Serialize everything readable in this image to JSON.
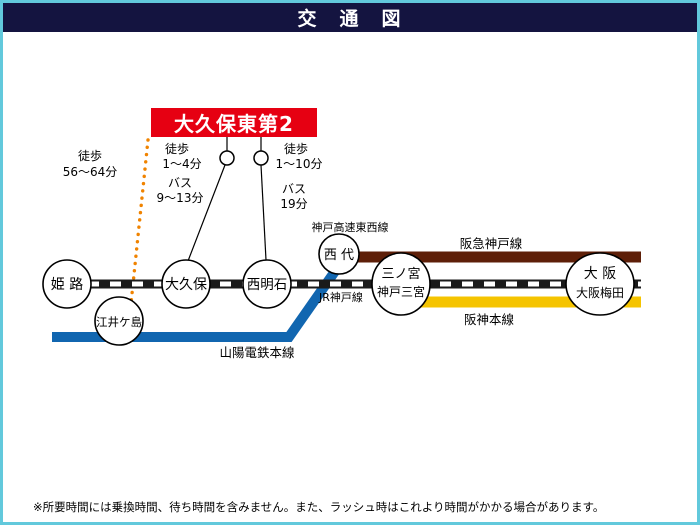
{
  "header": {
    "title": "交　通　図"
  },
  "property": {
    "name": "大久保東第2"
  },
  "stations": {
    "himeji": "姫 路",
    "okubo": "大久保",
    "nishiakashi": "西明石",
    "eigashima": "江井ケ島",
    "nishidai": "西 代",
    "sannomiya_top": "三ノ宮",
    "sannomiya_bottom": "神戸三宮",
    "osaka_top": "大 阪",
    "osaka_bottom": "大阪梅田"
  },
  "rail_lines": {
    "jr_kobe": "JR神戸線",
    "sanyo_main": "山陽電鉄本線",
    "kobe_kosoku_tozai": "神戸高速東西線",
    "hankyu_kobe": "阪急神戸線",
    "hanshin_main": "阪神本線"
  },
  "access": {
    "eigashima_walk": {
      "label": "徒歩",
      "time": "56～64分"
    },
    "okubo_route": {
      "walk_label": "徒歩",
      "walk_time": "1～4分",
      "bus_label": "バス",
      "bus_time": "9～13分"
    },
    "nishiakashi_route": {
      "walk_label": "徒歩",
      "walk_time": "1～10分",
      "bus_label": "バス",
      "bus_time": "19分"
    }
  },
  "footer": {
    "note": "※所要時間には乗換時間、待ち時間を含みません。また、ラッシュ時はこれより時間がかかる場合があります。"
  },
  "colors": {
    "border_cyan": "#62c9dc",
    "header_navy": "#141440",
    "property_red": "#e60012",
    "sanyo_blue": "#1166b0",
    "hankyu_brown": "#5e1f08",
    "hanshin_yellow": "#f5c400",
    "walk_orange": "#f08300",
    "jr_black": "#1a1a1a"
  }
}
